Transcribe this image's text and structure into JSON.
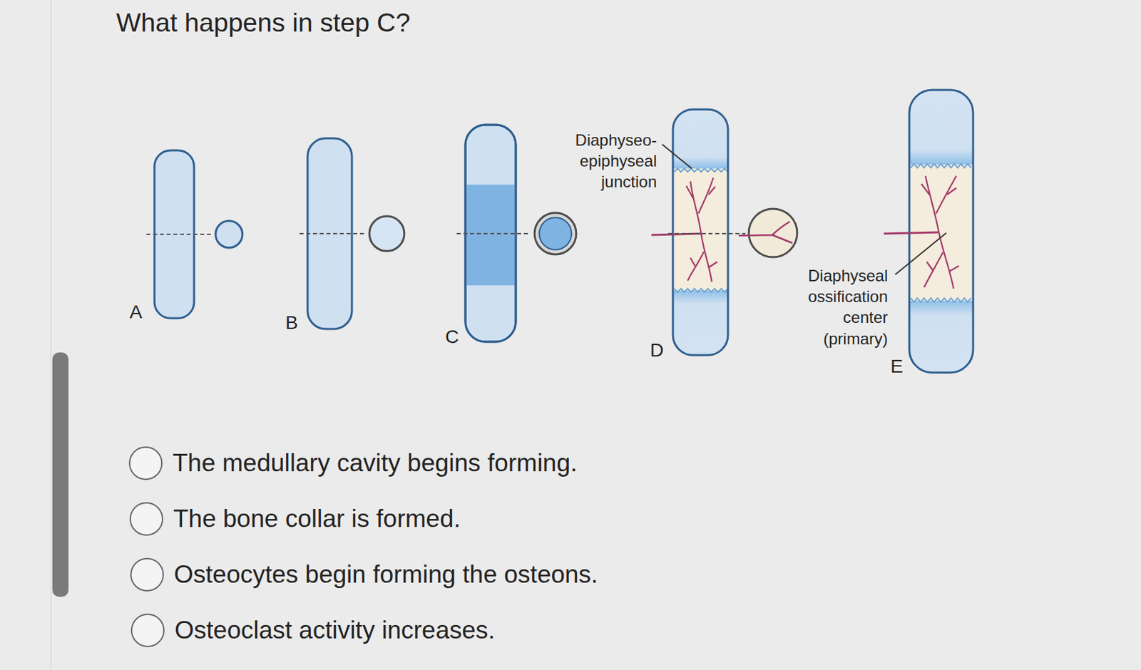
{
  "diagram": {
    "title": "What happens in step C?",
    "labels": [
      "A",
      "B",
      "C",
      "D",
      "E",
      "Diaphyseo- epiphyseal junction",
      "Diaphyseal ossification center (primary)",
      "The medullary cavity begins forming.",
      "The bone collar is formed.",
      "Osteocytes begin forming the osteons.",
      "Osteoclast activity increases."
    ]
  }
}
